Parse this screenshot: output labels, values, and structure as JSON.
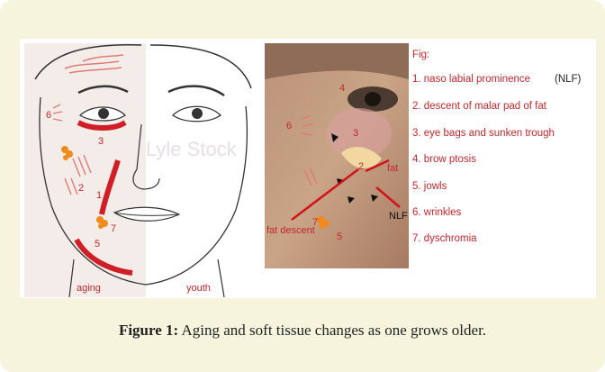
{
  "figure": {
    "legend_title": "Fig:",
    "legend_items": [
      "1. naso labial prominence",
      "2. descent of malar pad of fat",
      "3. eye bags and sunken trough",
      "4. brow ptosis",
      "5. jowls",
      "6. wrinkles",
      "7. dyschromia"
    ],
    "legend_note": "(NLF)",
    "drawing": {
      "left_label": "aging",
      "right_label": "youth",
      "watermark": "Lyle Stock",
      "region_numbers": [
        "6",
        "3",
        "1",
        "2",
        "7",
        "5"
      ]
    },
    "photo": {
      "region_numbers": [
        "4",
        "6",
        "3",
        "2",
        "7",
        "5"
      ],
      "fat_descent_label": "fat descent",
      "fat_label": "fat",
      "nlf_label": "NLF"
    }
  },
  "caption": {
    "label": "Figure 1:",
    "text": " Aging and soft tissue changes as one grows older."
  },
  "colors": {
    "card_bg": "#f6f4dc",
    "annotation_red": "#c0282d",
    "marker_orange": "#f08a1c"
  }
}
